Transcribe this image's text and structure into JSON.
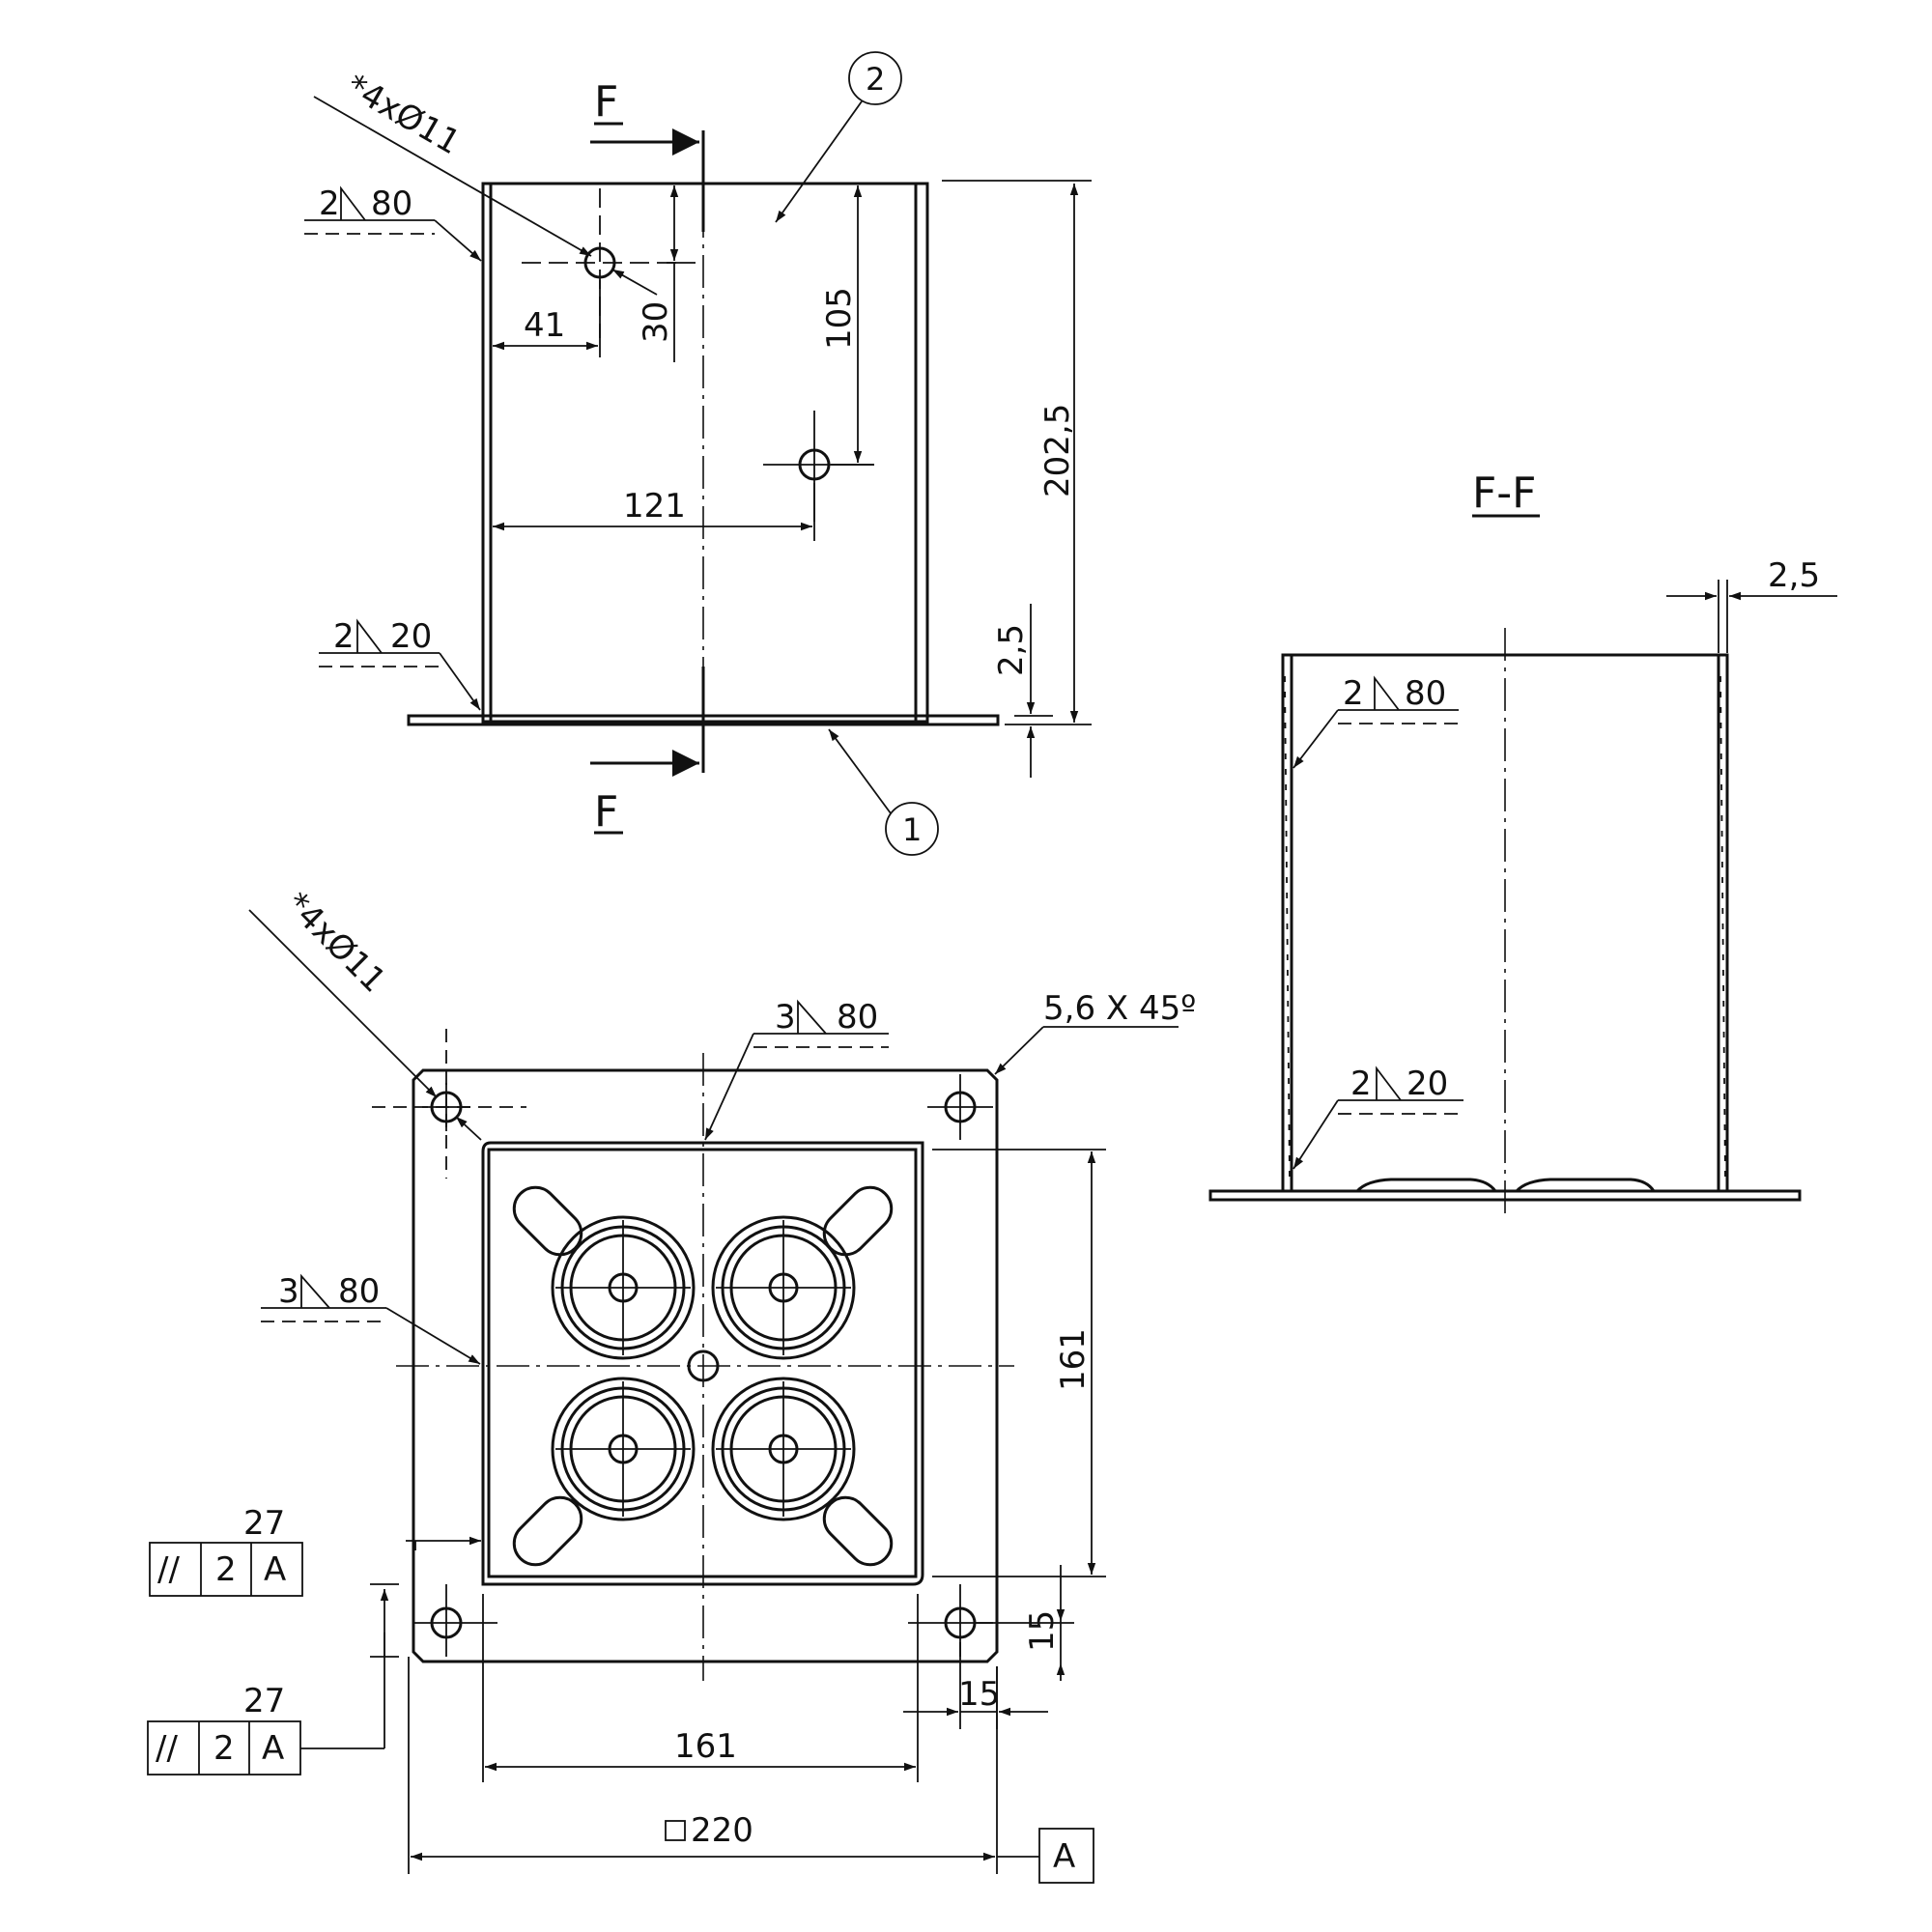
{
  "front_view": {
    "section_letter_top": "F",
    "section_letter_bottom": "F",
    "hole_callout": "*4xØ11",
    "weld_top": {
      "size": "2",
      "length": "80"
    },
    "weld_bottom": {
      "size": "2",
      "length": "20"
    },
    "dim_41": "41",
    "dim_30": "30",
    "dim_105": "105",
    "dim_121": "121",
    "dim_202_5": "202,5",
    "dim_2_5": "2,5",
    "balloon_plate": "1",
    "balloon_tube": "2"
  },
  "section_view": {
    "title": "F-F",
    "dim_wall": "2,5",
    "weld_top": {
      "size": "2",
      "length": "80"
    },
    "weld_bottom": {
      "size": "2",
      "length": "20"
    }
  },
  "bottom_view": {
    "hole_callout": "*4xØ11",
    "weld_top": {
      "size": "3",
      "length": "80"
    },
    "weld_left": {
      "size": "3",
      "length": "80"
    },
    "chamfer": "5,6 X 45º",
    "dim_161_vertical": "161",
    "dim_161_horizontal": "161",
    "dim_15_vertical": "15",
    "dim_15_horizontal": "15",
    "dim_square_220": "220",
    "tol1": {
      "dim": "27",
      "symbol": "//",
      "value": "2",
      "datum": "A"
    },
    "tol2": {
      "dim": "27",
      "symbol": "//",
      "value": "2",
      "datum": "A"
    },
    "datum_label": "A"
  }
}
